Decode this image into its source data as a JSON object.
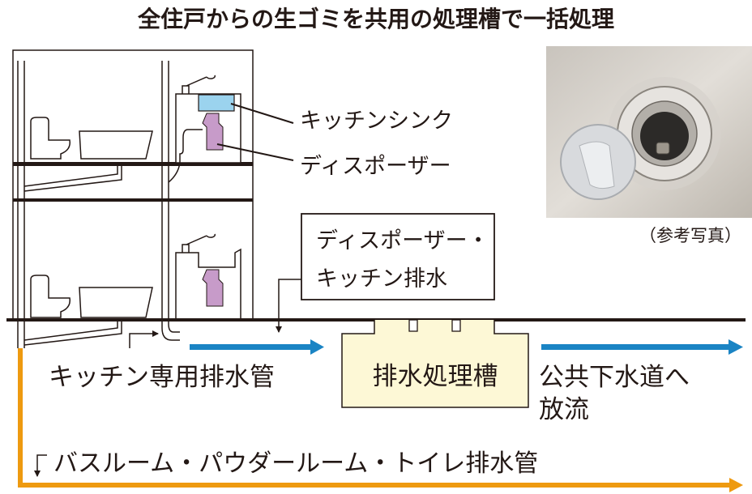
{
  "title": "全住戸からの生ゴミを共用の処理槽で一括処理",
  "labels": {
    "sink": "キッチンシンク",
    "disposer": "ディスポーザー",
    "box_line1": "ディスポーザー・",
    "box_line2": "キッチン排水",
    "kitchen_pipe": "キッチン専用排水管",
    "tank": "排水処理槽",
    "sewer_line1": "公共下水道へ",
    "sewer_line2": "放流",
    "bath_pipe": "バスルーム・パウダールーム・トイレ排水管",
    "photo_caption": "（参考写真）"
  },
  "colors": {
    "blue_flow": "#1a84c4",
    "orange_flow": "#ee9a10",
    "sink_water": "#9bd3ee",
    "disposer": "#c79bc9",
    "tank_fill": "#fdf8d6"
  }
}
